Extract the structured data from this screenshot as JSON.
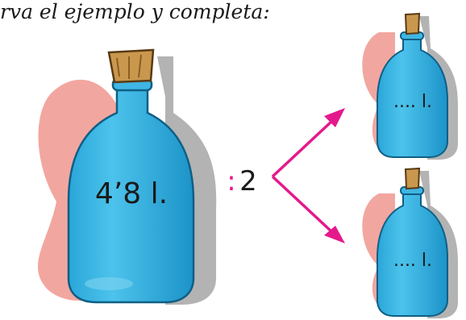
{
  "instruction": "rva el ejemplo y completa:",
  "big_bottle": {
    "label": "4’8 l."
  },
  "operation": {
    "symbol": ":",
    "number": "2"
  },
  "result_bottles": [
    {
      "label": ".... l."
    },
    {
      "label": ".... l."
    }
  ],
  "colors": {
    "bottle": "#3fb6e3",
    "bottle_dark": "#0f7fb0",
    "cork": "#c9984e",
    "splash": "#f2a6a0",
    "shadow": "#a8a8a8",
    "arrow": "#e4198c",
    "colon": "#e4198c"
  }
}
